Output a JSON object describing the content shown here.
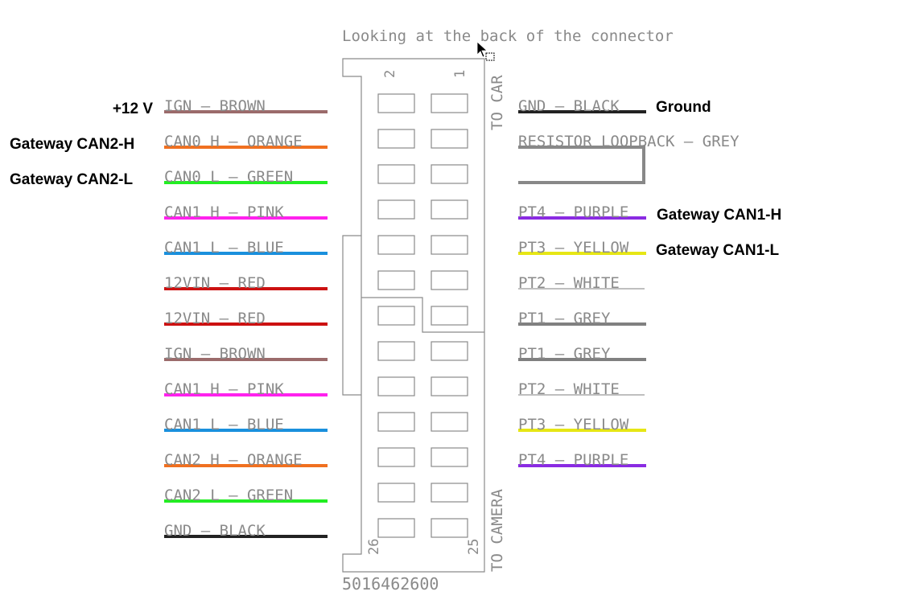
{
  "diagram": {
    "header": "Looking at the back of the connector",
    "part_number": "5016462600",
    "side_top": "TO CAR",
    "side_bottom": "TO CAMERA",
    "pin_labels": {
      "p2": "2",
      "p1": "1",
      "p26": "26",
      "p25": "25"
    },
    "left_wires": [
      {
        "text": "IGN — BROWN",
        "color": "#9b6b6b"
      },
      {
        "text": "CAN0 H — ORANGE",
        "color": "#f07020"
      },
      {
        "text": "CAN0 L — GREEN",
        "color": "#22ee22"
      },
      {
        "text": "CAN1 H — PINK",
        "color": "#ff22ee"
      },
      {
        "text": "CAN1 L — BLUE",
        "color": "#1a90dd"
      },
      {
        "text": "12VIN — RED",
        "color": "#cc1111"
      },
      {
        "text": "12VIN — RED",
        "color": "#cc1111"
      },
      {
        "text": "IGN — BROWN",
        "color": "#9b6b6b"
      },
      {
        "text": "CAN1 H — PINK",
        "color": "#ff22ee"
      },
      {
        "text": "CAN1 L — BLUE",
        "color": "#1a90dd"
      },
      {
        "text": "CAN2 H — ORANGE",
        "color": "#f07020"
      },
      {
        "text": "CAN2 L — GREEN",
        "color": "#22ee22"
      },
      {
        "text": "GND — BLACK",
        "color": "#222222"
      }
    ],
    "right_wires": [
      {
        "text": "GND — BLACK",
        "color": "#222222"
      },
      {
        "text": "RESISTOR LOOPBACK — GREY",
        "color": "#888888"
      },
      {
        "text": "PT4 — PURPLE",
        "color": "#8a2be2"
      },
      {
        "text": "PT3 — YELLOW",
        "color": "#e6e615"
      },
      {
        "text": "PT2 — WHITE",
        "color": "#999999"
      },
      {
        "text": "PT1 — GREY",
        "color": "#808080"
      },
      {
        "text": "PT1 — GREY",
        "color": "#808080"
      },
      {
        "text": "PT2 — WHITE",
        "color": "#999999"
      },
      {
        "text": "PT3 — YELLOW",
        "color": "#e6e615"
      },
      {
        "text": "PT4 — PURPLE",
        "color": "#8a2be2"
      }
    ],
    "callouts": {
      "plus12v": "+12 V",
      "gw_can2_h": "Gateway CAN2-H",
      "gw_can2_l": "Gateway CAN2-L",
      "ground": "Ground",
      "gw_can1_h": "Gateway CAN1-H",
      "gw_can1_l": "Gateway CAN1-L"
    }
  }
}
